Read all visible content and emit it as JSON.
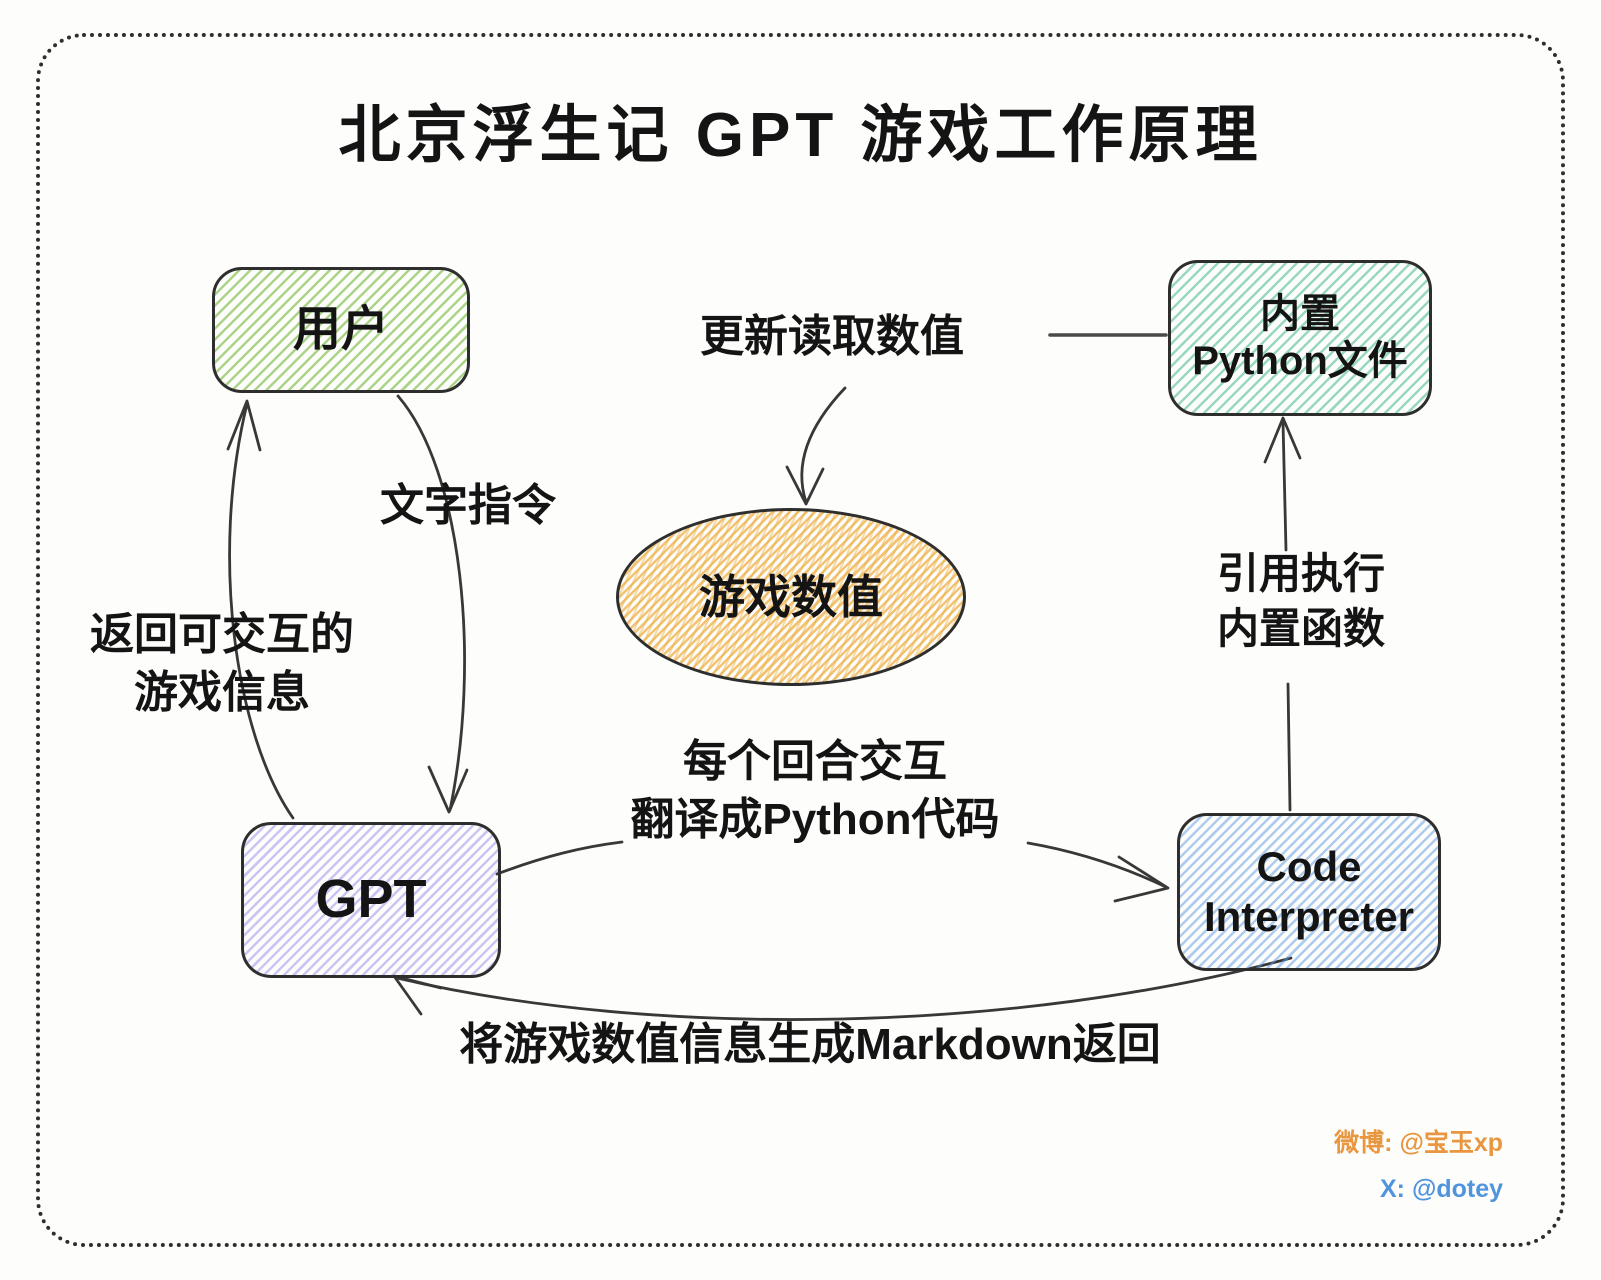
{
  "title": "北京浮生记 GPT 游戏工作原理",
  "nodes": {
    "user": {
      "label": "用户"
    },
    "python_file": {
      "line1": "内置",
      "line2": "Python文件"
    },
    "game_values": {
      "label": "游戏数值"
    },
    "gpt": {
      "label": "GPT"
    },
    "code_interpreter": {
      "line1": "Code",
      "line2": "Interpreter"
    }
  },
  "edges": {
    "user_to_gpt": {
      "label": "文字指令"
    },
    "gpt_to_user": {
      "line1": "返回可交互的",
      "line2": "游戏信息"
    },
    "python_to_values": {
      "label": "更新读取数值"
    },
    "ci_to_python": {
      "line1": "引用执行",
      "line2": "内置函数"
    },
    "gpt_to_ci": {
      "line1": "每个回合交互",
      "line2": "翻译成Python代码"
    },
    "ci_to_gpt": {
      "label": "将游戏数值信息生成Markdown返回"
    }
  },
  "credits": {
    "weibo": "微博: @宝玉xp",
    "x": "X: @dotey"
  },
  "colors": {
    "user_fill": "#a6d77f",
    "python_file_fill": "#7fceaa",
    "gpt_fill": "#b3a4ef",
    "code_interpreter_fill": "#9cc3ef",
    "game_values_fill": "#f0bc5e",
    "ink": "#2e2e2e",
    "credit_weibo": "#e8963f",
    "credit_x": "#4f94dd"
  }
}
